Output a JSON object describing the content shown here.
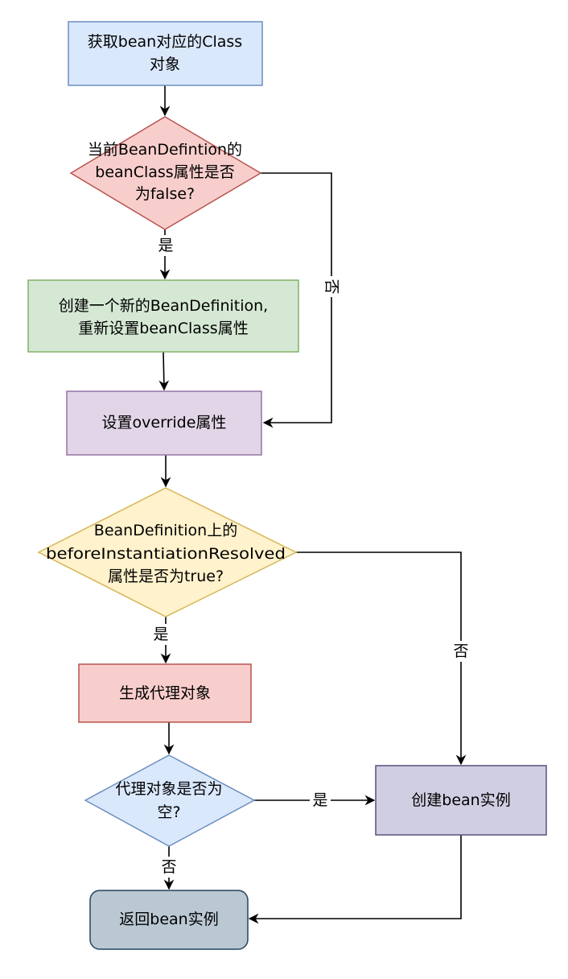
{
  "colors": {
    "blue_fill": "#dae8fc",
    "blue_stroke": "#6c8ebf",
    "red_fill": "#f8cecc",
    "red_stroke": "#b85450",
    "green_fill": "#d5e8d4",
    "green_stroke": "#82b366",
    "purple_fill": "#e1d5e7",
    "purple_stroke": "#9673a6",
    "yellow_fill": "#fff2cc",
    "yellow_stroke": "#d6b656",
    "slate_fill": "#d0cee2",
    "slate_stroke": "#56517e",
    "gray_fill": "#bac8d3",
    "gray_stroke": "#23445d",
    "edge": "#000000"
  },
  "nodes": {
    "get_class": {
      "line1": "获取bean对应的Class",
      "line2": "对象"
    },
    "check_beanclass": {
      "line1": "当前BeanDefintion的",
      "line2": "beanClass属性是否",
      "line3": "为false?"
    },
    "new_definition": {
      "line1": "创建一个新的BeanDefinition,",
      "line2": "重新设置beanClass属性"
    },
    "set_override": {
      "line1": "设置override属性"
    },
    "check_resolved": {
      "line1": "BeanDefinition上的",
      "line2": "beforeInstantiationResolved",
      "line3": "属性是否为true?"
    },
    "generate_proxy": {
      "line1": "生成代理对象"
    },
    "check_proxy_null": {
      "line1": "代理对象是否为",
      "line2": "空?"
    },
    "create_instance": {
      "line1": "创建bean实例"
    },
    "return_instance": {
      "line1": "返回bean实例"
    }
  },
  "edge_labels": {
    "beanclass_yes": "是",
    "beanclass_no": "否",
    "resolved_yes": "是",
    "resolved_no": "否",
    "proxy_null_yes": "是",
    "proxy_null_no": "否"
  }
}
